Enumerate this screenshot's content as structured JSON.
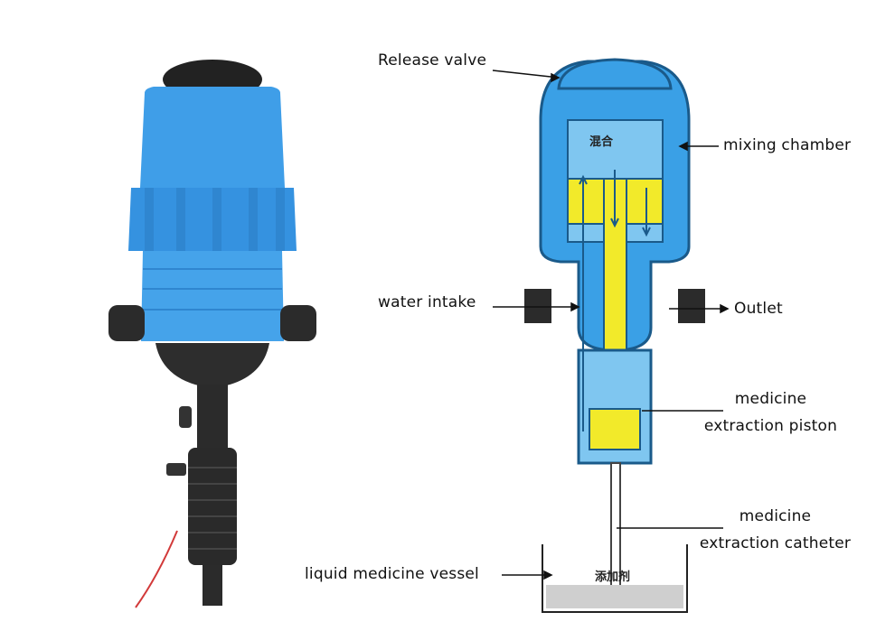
{
  "labels": {
    "release_valve": "Release valve",
    "mixing_chamber": "mixing chamber",
    "water_intake": "water intake",
    "outlet": "Outlet",
    "piston_line1": "medicine",
    "piston_line2": "extraction piston",
    "catheter_line1": "medicine",
    "catheter_line2": "extraction catheter",
    "vessel": "liquid medicine vessel"
  },
  "diagram_text": {
    "chamber_mark": "混合",
    "vessel_mark": "添加剂"
  },
  "colors": {
    "body_blue": "#3aa0e6",
    "inner_blue": "#7fc6f0",
    "piston_yellow": "#f2ea2a",
    "photo_blue": "#3f9ee8",
    "photo_dark": "#2b2b2b"
  }
}
